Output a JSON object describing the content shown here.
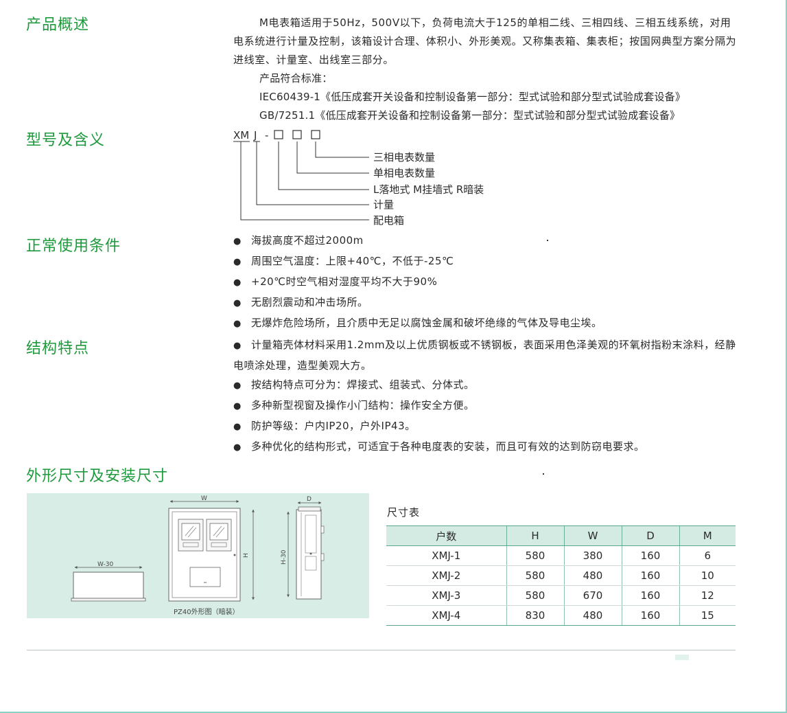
{
  "sections": {
    "overview": {
      "title": "产品概述",
      "paragraph": "M电表箱适用于50Hz，500V以下，负荷电流大于125的单相二线、三相四线、三相五线系统，对用电系统进行计量及控制，该箱设计合理、体积小、外形美观。又称集表箱、集表柜；按国网典型方案分隔为进线室、计量室、出线室三部分。",
      "standards_label": "产品符合标准：",
      "standards": [
        "IEC60439-1《低压成套开关设备和控制设备第一部分：型式试验和部分型式试验成套设备》",
        "GB/7251.1《低压成套开关设备和控制设备第一部分：型式试验和部分型式试验成套设备》"
      ]
    },
    "model": {
      "title": "型号及含义",
      "code_xm": "XM",
      "code_j": "J",
      "code_dash": "-",
      "legend": [
        "三相电表数量",
        "单相电表数量",
        "L落地式  M挂墙式 R暗装",
        "计量",
        "配电箱"
      ]
    },
    "conditions": {
      "title": "正常使用条件",
      "items": [
        "海拔高度不超过2000m",
        "周围空气温度：上限+40℃，不低于-25℃",
        "+20℃时空气相对湿度平均不大于90%",
        "无剧烈震动和冲击场所。",
        "无爆炸危险场所，且介质中无足以腐蚀金属和破坏绝缘的气体及导电尘埃。"
      ]
    },
    "structure": {
      "title": "结构特点",
      "items": [
        "计量箱壳体材料采用1.2mm及以上优质钢板或不锈钢板，表面采用色泽美观的环氧树指粉末涂料，经静电喷涂处理，造型美观大方。",
        "按结构特点可分为：焊接式、组装式、分体式。",
        "多种新型视窗及操作小门结构：操作安全方便。",
        "防护等级：户内IP20，户外IP43。",
        "多种优化的结构形式，可适宜于各种电度表的安装，而且可有效的达到防窃电要求。"
      ]
    },
    "dimensions": {
      "title": "外形尺寸及安装尺寸",
      "drawing_caption": "PZ40外形图（暗装）",
      "labels": {
        "w": "W",
        "w30": "W-30",
        "h": "H",
        "h30": "H-30",
        "d": "D"
      },
      "table_caption": "尺寸表",
      "table_headers": [
        "户数",
        "H",
        "W",
        "D",
        "M"
      ],
      "table_rows": [
        [
          "XMJ-1",
          "580",
          "380",
          "160",
          "6"
        ],
        [
          "XMJ-2",
          "580",
          "480",
          "160",
          "10"
        ],
        [
          "XMJ-3",
          "580",
          "670",
          "160",
          "12"
        ],
        [
          "XMJ-4",
          "830",
          "480",
          "160",
          "15"
        ]
      ]
    }
  },
  "colors": {
    "heading_green": "#1e9a3c",
    "panel_bg": "#d7ede6",
    "table_header_bg": "#d3ebe2",
    "frame": "#8fd0c6"
  },
  "bullet_symbol": "●"
}
